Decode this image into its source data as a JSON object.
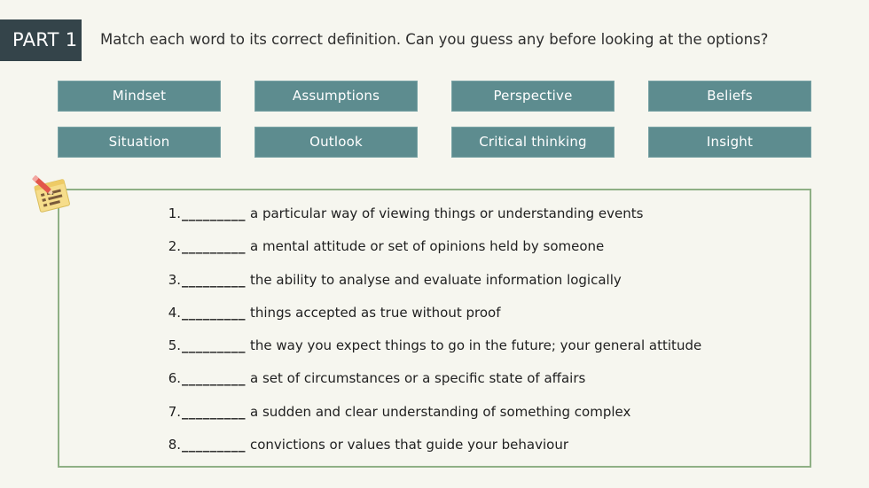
{
  "header": {
    "part_label": "PART 1",
    "instruction": "Match each word to its correct definition. Can you guess any before looking at the options?"
  },
  "word_bank": [
    "Mindset",
    "Assumptions",
    "Perspective",
    "Beliefs",
    "Situation",
    "Outlook",
    "Critical thinking",
    "Insight"
  ],
  "definitions": [
    {
      "number": "1.",
      "blank": "_________",
      "text": "a particular way of viewing things or understanding events"
    },
    {
      "number": "2.",
      "blank": "_________",
      "text": "a mental attitude or set of opinions held by someone"
    },
    {
      "number": "3.",
      "blank": "_________",
      "text": "the ability to analyse and evaluate information logically"
    },
    {
      "number": "4.",
      "blank": "_________",
      "text": "things accepted as true without proof"
    },
    {
      "number": "5.",
      "blank": "_________",
      "text": "the way you expect things to go in the future; your general attitude"
    },
    {
      "number": "6.",
      "blank": "_________",
      "text": "a set of circumstances or a specific state of affairs"
    },
    {
      "number": "7.",
      "blank": "_________",
      "text": "a sudden and clear understanding of something complex"
    },
    {
      "number": "8.",
      "blank": "_________",
      "text": "convictions or values that guide your behaviour"
    }
  ],
  "icons": {
    "memo": "memo-pencil-icon"
  },
  "colors": {
    "badge": "#34444a",
    "tile": "#5d8c8f",
    "box_border": "#8fb085",
    "background": "#f6f6ef"
  }
}
